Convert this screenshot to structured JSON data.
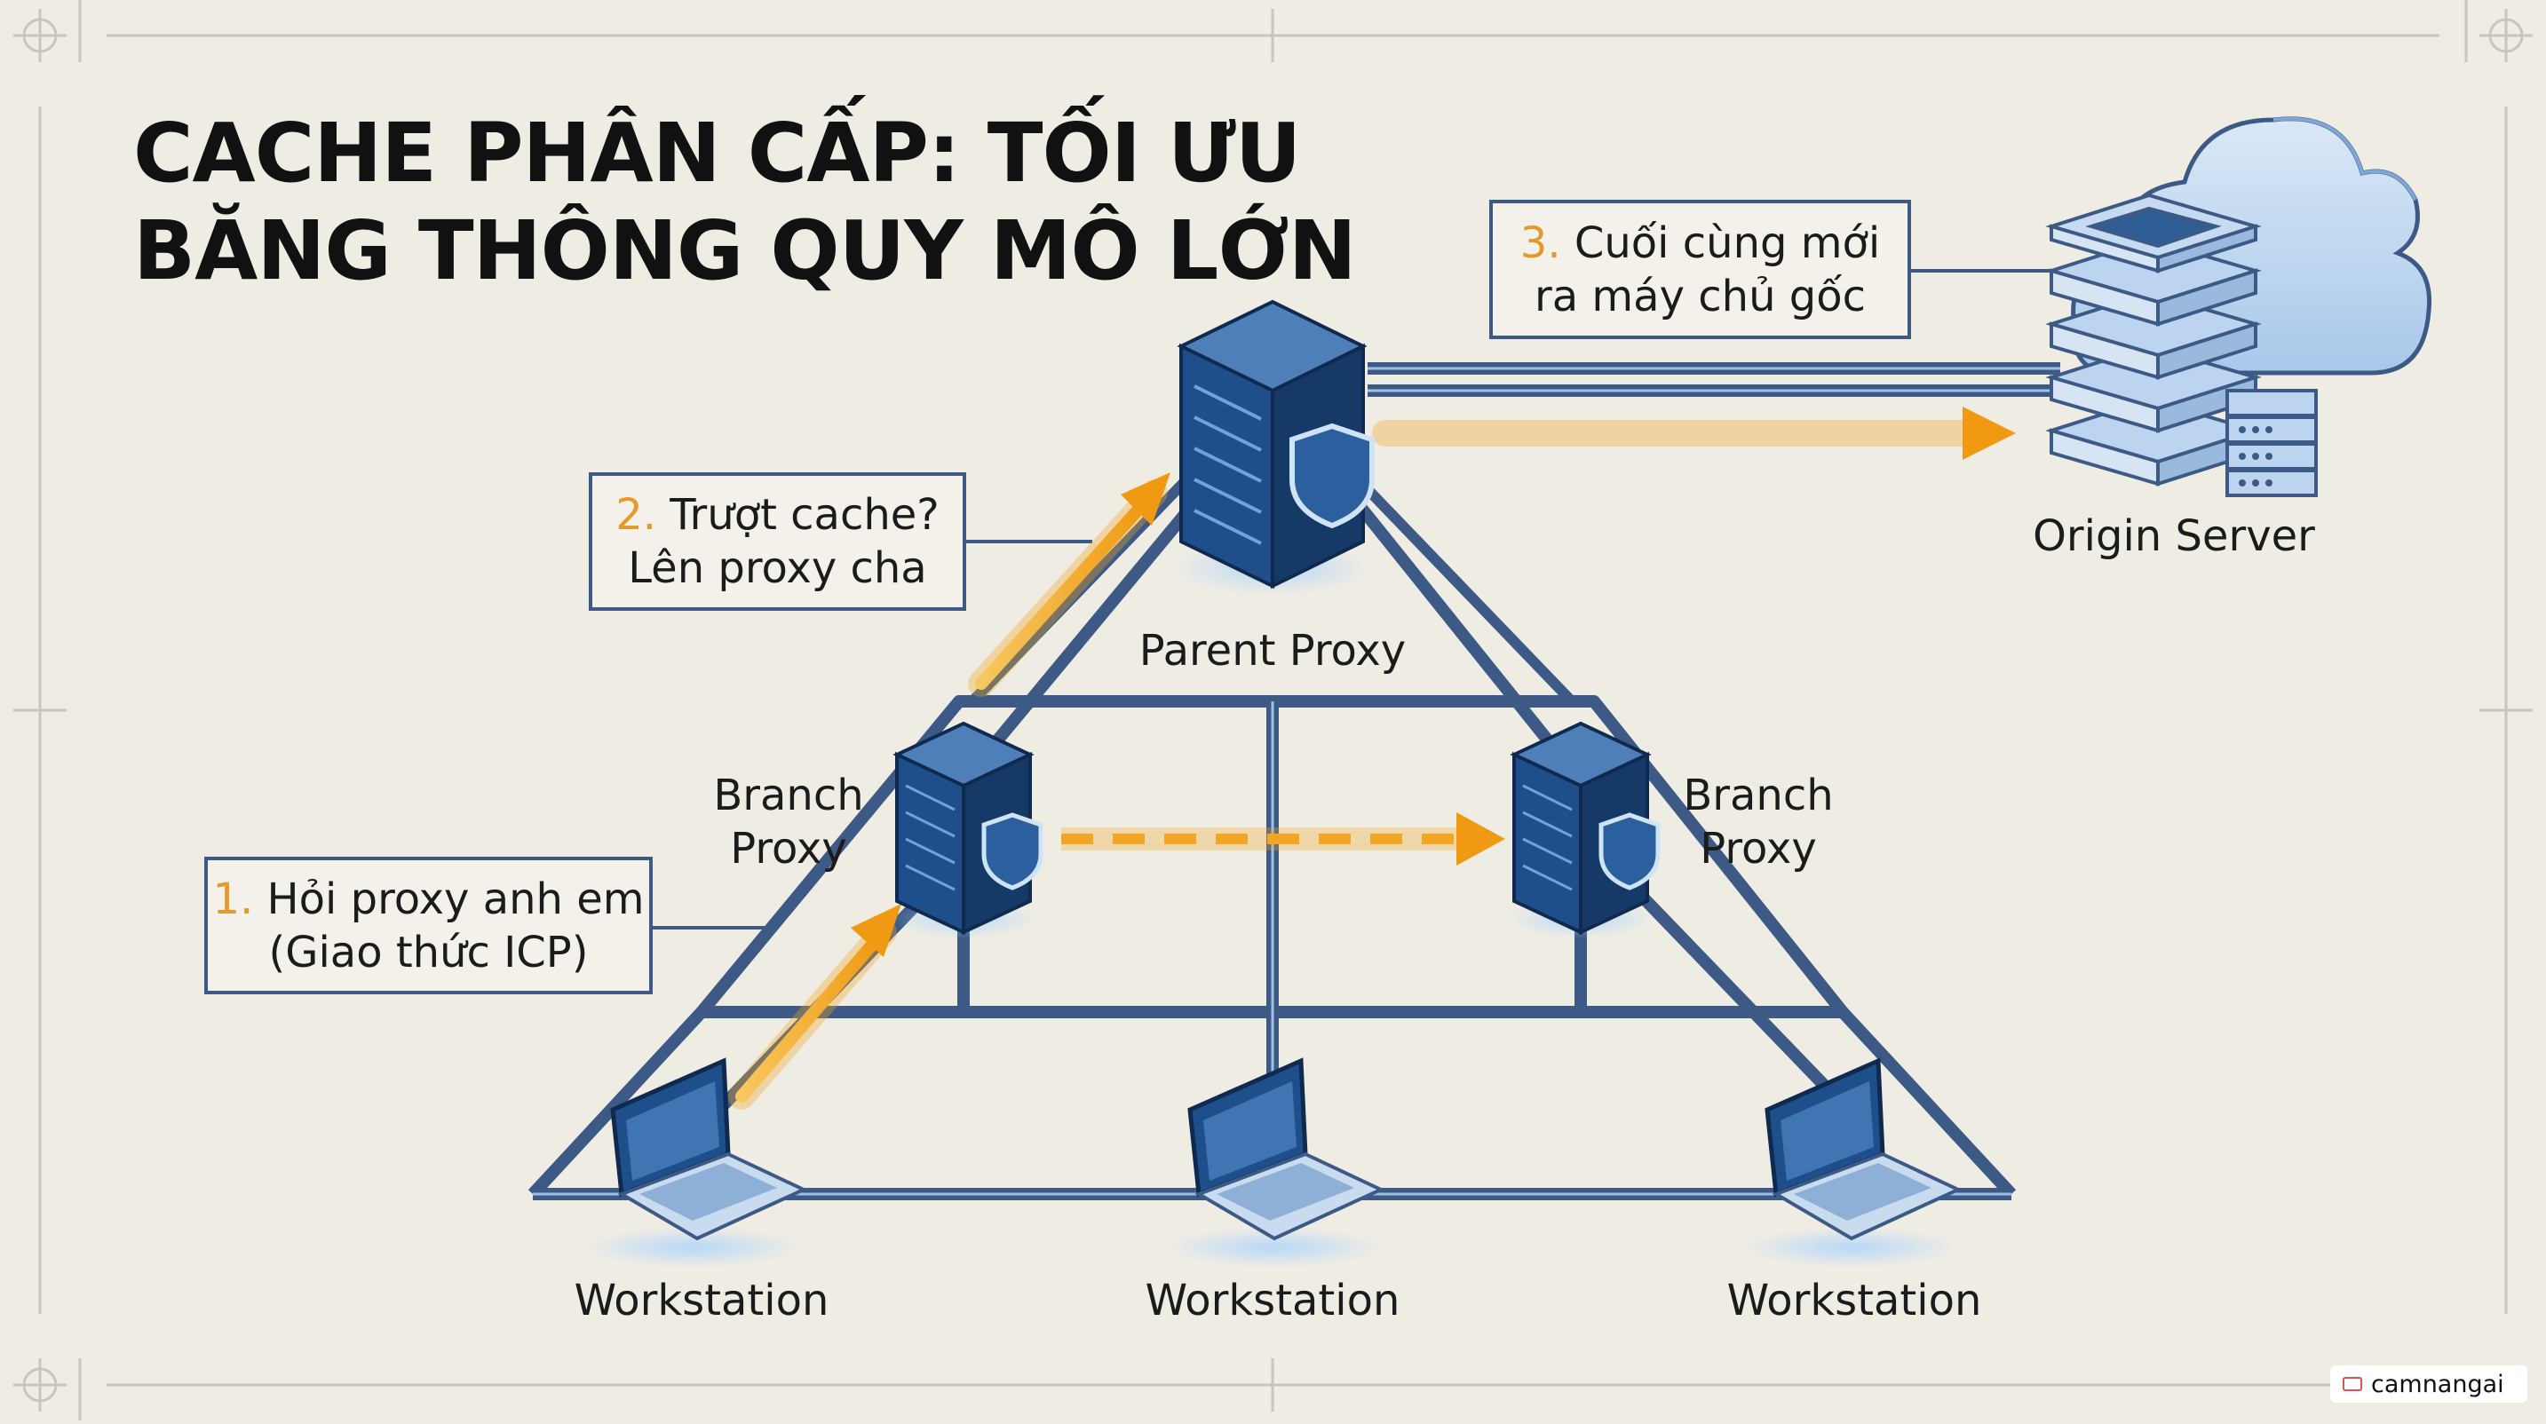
{
  "title": {
    "line1": "CACHE PHÂN CẤP: TỐI ƯU",
    "line2": "BĂNG THÔNG QUY MÔ LỚN"
  },
  "callouts": {
    "step1": {
      "num": "1.",
      "line1": "Hỏi proxy anh em",
      "line2": "(Giao thức ICP)"
    },
    "step2": {
      "num": "2.",
      "line1": "Trượt cache?",
      "line2": "Lên proxy cha"
    },
    "step3": {
      "num": "3.",
      "line1": "Cuối cùng mới",
      "line2": "ra máy chủ gốc"
    }
  },
  "nodes": {
    "parent_proxy": "Parent Proxy",
    "origin_server": "Origin Server",
    "branch_left": {
      "line1": "Branch",
      "line2": "Proxy"
    },
    "branch_right": {
      "line1": "Branch",
      "line2": "Proxy"
    },
    "workstation_left": "Workstation",
    "workstation_center": "Workstation",
    "workstation_right": "Workstation"
  },
  "watermark": "camnangai",
  "colors": {
    "background": "#efece4",
    "network_line": "#3d5a86",
    "arrow": "#f2a623",
    "server": "#1f4f8a",
    "step_number": "#e39a2a"
  }
}
